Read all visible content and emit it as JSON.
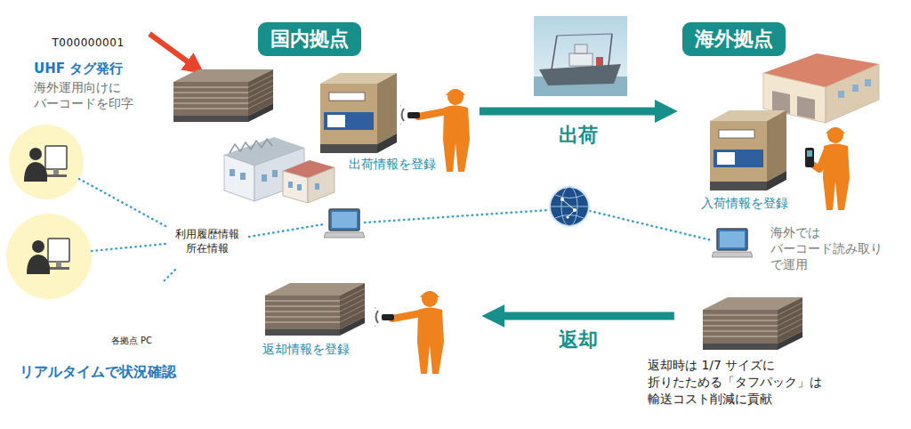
{
  "diagram": {
    "nodes": [
      {
        "text": [
          "国内拠点"
        ]
      },
      {
        "text": [
          "海外拠点"
        ]
      },
      {
        "text": [
          "利用履歴情報 所在情報"
        ]
      },
      {
        "text": [
          "各拠点 PC"
        ]
      },
      {
        "text": [
          "T000000001"
        ]
      }
    ],
    "edges": [
      {
        "from": 0,
        "to": 1,
        "arrow": "to",
        "label": "出荷"
      },
      {
        "from": 1,
        "to": 0,
        "arrow": "to",
        "label": "返却"
      },
      {
        "from": 3,
        "to": 2,
        "arrow": "none"
      }
    ],
    "labels": [
      "UHF タグ発行",
      "海外運用向けに バーコードを印字",
      "出荷情報を登録",
      "入荷情報を登録",
      "海外では バーコード読み取り で運用",
      "返却情報を登録",
      "返却時は 1/7 サイズに 折りたためる「タフパック」は 輸送コスト削減に貢献",
      "リアルタイムで状況確認"
    ]
  }
}
